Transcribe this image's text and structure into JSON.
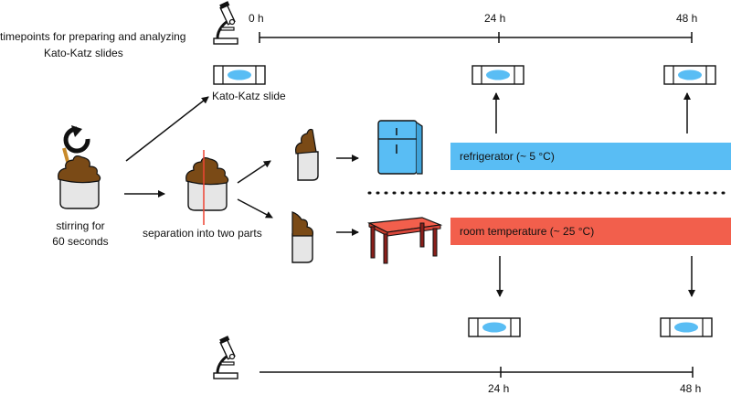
{
  "timeline": {
    "caption_line1": "timepoints for preparing and analyzing",
    "caption_line2": "Kato-Katz slides",
    "top_ticks": [
      "0 h",
      "24 h",
      "48 h"
    ],
    "bottom_ticks": [
      "24 h",
      "48 h"
    ]
  },
  "labels": {
    "kato_katz_slide": "Kato-Katz slide",
    "stirring_line1": "stirring for",
    "stirring_line2": "60 seconds",
    "separation": "separation into two parts"
  },
  "conditions": {
    "refrigerator": "refrigerator (~ 5 °C)",
    "room_temperature": "room temperature (~ 25 °C)"
  },
  "colors": {
    "refrigerator_bar": "#59bdf4",
    "room_temperature_bar": "#f25f4c",
    "stool": "#7a4a16",
    "cup": "#e6e6e6",
    "slide_spot": "#59bdf4",
    "cut_line": "#ee4433"
  },
  "icons": [
    "microscope-icon",
    "slide-icon",
    "stool-cup-icon",
    "rotate-arrow-icon",
    "spoon-icon",
    "fridge-icon",
    "table-icon"
  ]
}
